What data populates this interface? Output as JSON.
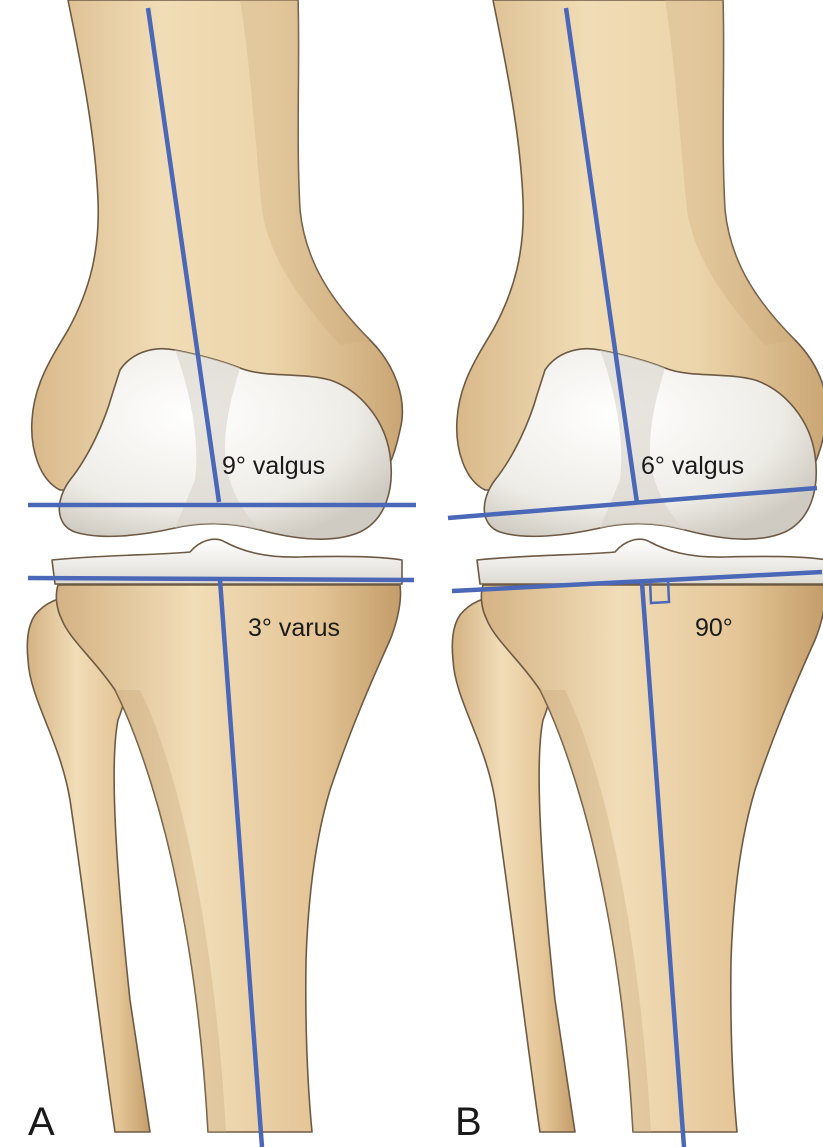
{
  "panels": [
    {
      "id": "A",
      "label": "A",
      "femoral_angle_label": "9° valgus",
      "tibial_angle_label": "3° varus"
    },
    {
      "id": "B",
      "label": "B",
      "femoral_angle_label": "6° valgus",
      "tibial_angle_label": "90°"
    }
  ],
  "colors": {
    "axis_line": "#4a67b8",
    "bone": "#e9d2a8",
    "bone_shadow": "#c9a87a",
    "cartilage": "#f3f1ec",
    "background": "#ffffff"
  }
}
